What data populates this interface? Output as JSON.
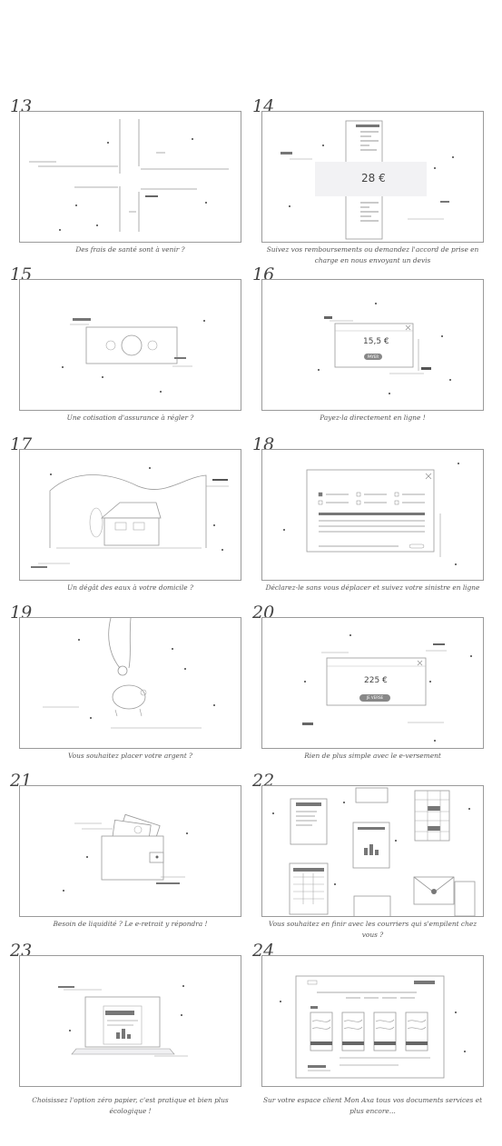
{
  "panels": [
    {
      "number": "13",
      "caption": "Des frais de santé sont à venir ?"
    },
    {
      "number": "14",
      "caption": "Suivez vos remboursements ou demandez l'accord de prise en charge en nous envoyant un devis"
    },
    {
      "number": "15",
      "caption": "Une cotisation d'assurance à régler ?"
    },
    {
      "number": "16",
      "caption": "Payez-la directement en ligne !"
    },
    {
      "number": "17",
      "caption": "Un dégât des eaux à votre domicile ?"
    },
    {
      "number": "18",
      "caption": "Déclarez-le sans vous déplacer et suivez votre sinistre en ligne"
    },
    {
      "number": "19",
      "caption": "Vous souhaitez placer votre argent ?"
    },
    {
      "number": "20",
      "caption": "Rien de plus simple avec le e-versement"
    },
    {
      "number": "21",
      "caption": "Besoin de liquidité ? Le e-retrait y répondra !"
    },
    {
      "number": "22",
      "caption": "Vous souhaitez en finir avec les courriers qui s'empilent chez vous ?"
    },
    {
      "number": "23",
      "caption": "Choisissez l'option zéro papier, c'est pratique et bien plus écologique !"
    },
    {
      "number": "24",
      "caption": "Sur votre espace client Mon Axa tous vos documents services et plus encore..."
    }
  ],
  "screens": {
    "p14_amount": "28 €",
    "p16_amount": "15,5  €",
    "p16_button": "PAYER",
    "p20_amount": "225 €",
    "p20_button": "JE VERSE"
  }
}
